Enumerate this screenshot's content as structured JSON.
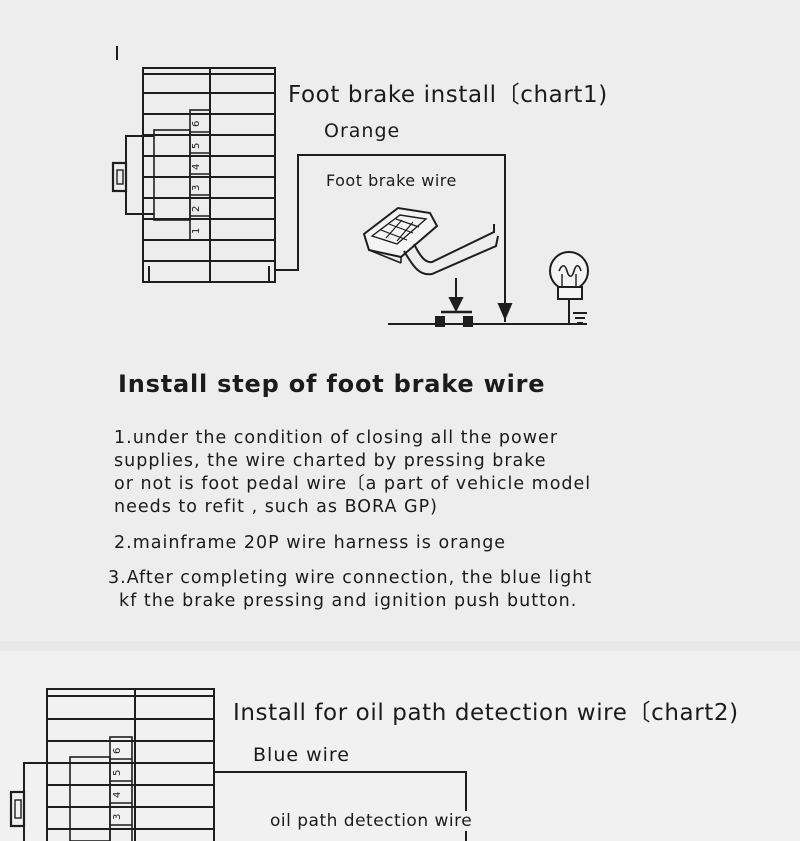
{
  "chart1": {
    "title": "Foot brake install〔chart1)",
    "wire_color_label": "Orange",
    "wire_label": "Foot brake wire",
    "connector_pins": [
      "1",
      "2",
      "3",
      "4",
      "5",
      "6"
    ]
  },
  "install_steps": {
    "heading": "Install step of foot brake wire",
    "steps": [
      {
        "lines": [
          "1.under the condition of closing all the power",
          "supplies, the wire charted by pressing brake",
          "or not is foot pedal wire〔a part of vehicle model",
          "needs to refit , such as BORA GP)"
        ]
      },
      {
        "lines": [
          "2.mainframe 20P wire harness is orange"
        ]
      },
      {
        "lines": [
          "3.After completing wire connection, the blue light",
          "kf the brake pressing and ignition push button."
        ]
      }
    ]
  },
  "chart2": {
    "title": "Install for oil path detection wire〔chart2)",
    "wire_color_label": "Blue wire",
    "wire_label": "oil path detection wire",
    "connector_pins": [
      "3",
      "4",
      "5",
      "6"
    ]
  }
}
